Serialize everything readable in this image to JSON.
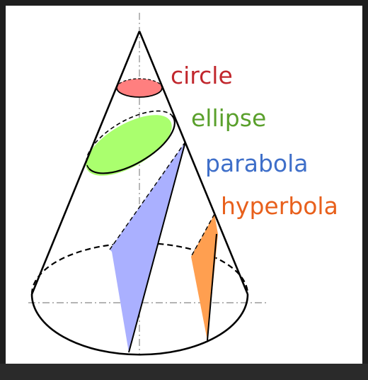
{
  "diagram": {
    "labels": {
      "circle": "circle",
      "ellipse": "ellipse",
      "parabola": "parabola",
      "hyperbola": "hyperbola"
    },
    "colors": {
      "circle": "#c1272d",
      "circle_fill": "#ff7f7f",
      "ellipse": "#5aa02c",
      "ellipse_fill": "#aaff6e",
      "parabola": "#3f6fc9",
      "parabola_fill": "#aab0ff",
      "hyperbola": "#e8601c",
      "hyperbola_fill": "#ff9f50",
      "outline": "#000000",
      "axis": "#777777"
    }
  }
}
